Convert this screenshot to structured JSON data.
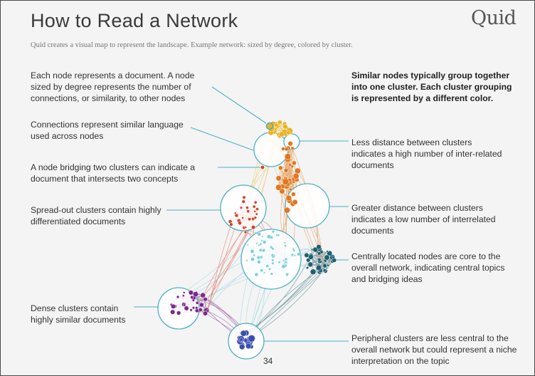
{
  "header": {
    "title": "How to Read a Network",
    "logo": "Quid",
    "subtitle": "Quid creates a visual map to represent the landscape. Example network: sized by degree, colored by cluster."
  },
  "annotations": {
    "left": [
      "Each node represents a document. A node sized by degree represents the number of connections, or similarity, to other nodes",
      "Connections represent similar language used across nodes",
      "A node bridging two clusters can indicate a document that intersects two concepts",
      "Spread-out clusters contain highly differentiated documents",
      "Dense clusters contain highly similar documents"
    ],
    "right": [
      "Similar nodes typically group together into one cluster. Each cluster grouping is represented by a different color.",
      "Less distance between clusters indicates a high number of inter-related documents",
      "Greater distance between clusters indicates a low number of interrelated documents",
      "Centrally located nodes are core to the overall network, indicating central topics and bridging ideas",
      "Peripheral clusters are less central to the overall network but could represent a niche interpretation on the topic"
    ]
  },
  "footer": {
    "page_number": "34"
  },
  "colors": {
    "background": "#f4f4f4",
    "callout_line": "#4bb0c4",
    "cluster_yellow": "#e8b321",
    "cluster_orange": "#e07820",
    "cluster_red": "#d8402a",
    "cluster_cyan": "#7ccfda",
    "cluster_teal": "#1f5f6e",
    "cluster_purple": "#7a2a8a",
    "cluster_blue": "#3a4fb0"
  }
}
